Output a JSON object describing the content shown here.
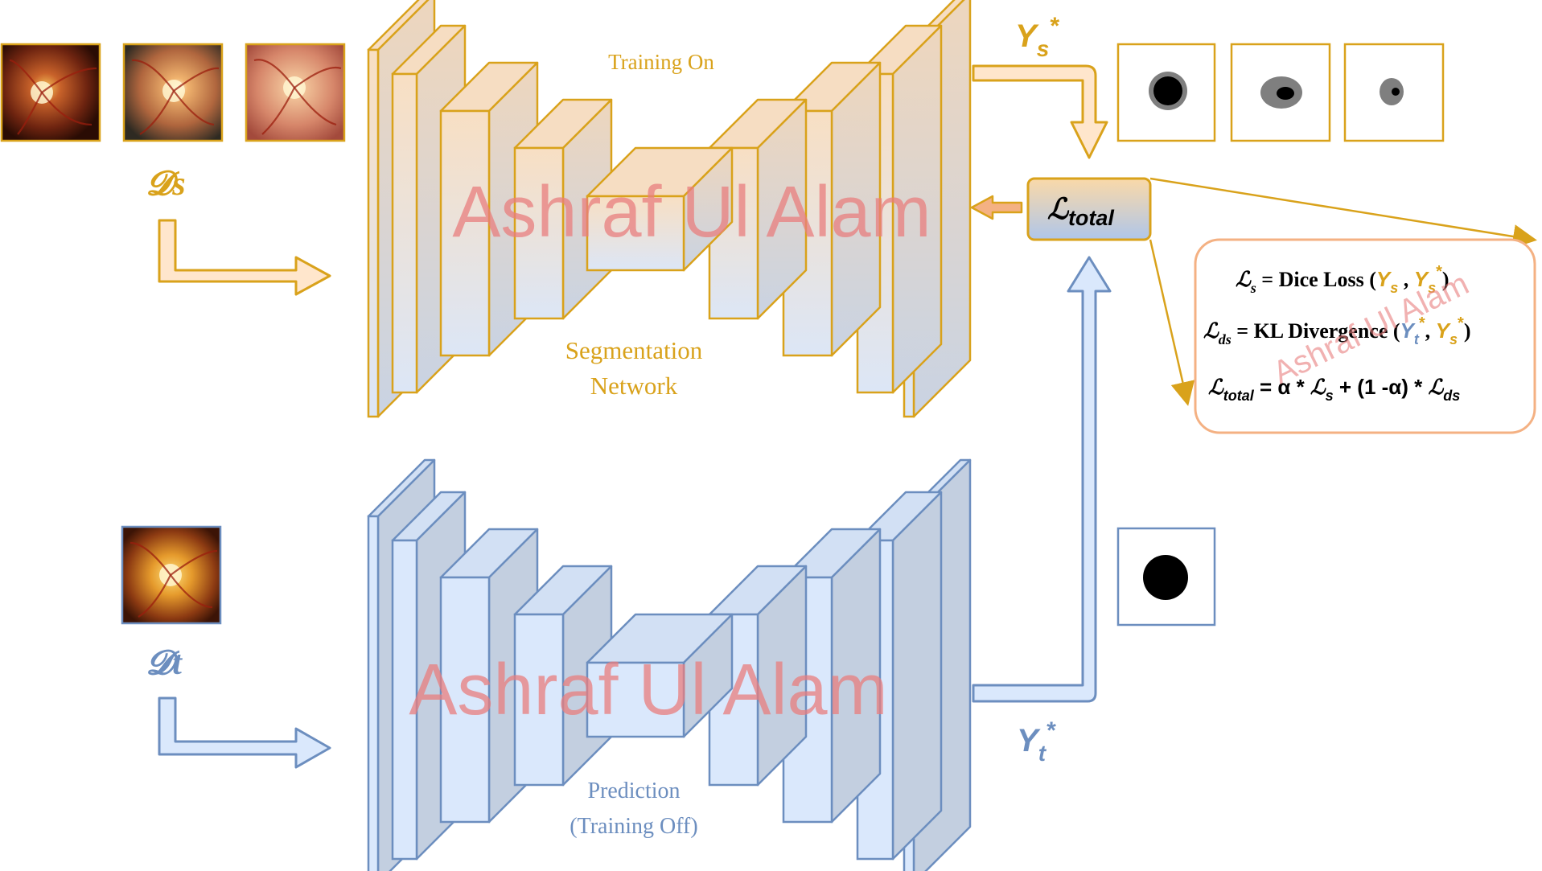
{
  "source_domain": {
    "label": "𝓓s",
    "images": [
      "fundus-image",
      "fundus-image",
      "fundus-image"
    ]
  },
  "target_domain": {
    "label": "𝓓t",
    "images": [
      "fundus-image"
    ]
  },
  "segmentation_network": {
    "caption_top": "Training On",
    "caption_line1": "Segmentation",
    "caption_line2": "Network",
    "color_stroke": "#D9A21B",
    "color_fill_top": "#F8DFC3",
    "color_fill_bottom": "#DCE6F6"
  },
  "prediction_network": {
    "caption_line1": "Prediction",
    "caption_line2": "(Training Off)",
    "color_stroke": "#6C8EBF",
    "color_fill": "#DAE8FC"
  },
  "outputs": {
    "ys_label": "Y",
    "ys_sub": "s",
    "ys_sup": "*",
    "yt_label": "Y",
    "yt_sub": "t",
    "yt_sup": "*",
    "source_masks": [
      "segmentation-mask",
      "segmentation-mask",
      "segmentation-mask"
    ],
    "target_masks": [
      "segmentation-mask"
    ]
  },
  "loss": {
    "box_label": "ℒ",
    "box_sub": "total",
    "line1_lhs": "ℒ",
    "line1_lhs_sub": "s",
    "line1_text": " = Dice Loss (",
    "line1_a": "Y",
    "line1_a_sub": "s",
    "line1_sep": " , ",
    "line1_b": "Y",
    "line1_b_sub": "s",
    "line1_b_sup": "*",
    "line1_end": ")",
    "line2_lhs": "ℒ",
    "line2_lhs_sub": "ds",
    "line2_text": " = KL Divergence (",
    "line2_a": "Y",
    "line2_a_sub": "t",
    "line2_a_sup": "*",
    "line2_sep": ", ",
    "line2_b": "Y",
    "line2_b_sub": "s",
    "line2_b_sup": "*",
    "line2_end": ")",
    "line3_lhs": "ℒ",
    "line3_lhs_sub": "total",
    "line3_text": " = α * ",
    "line3_mid_l": "ℒ",
    "line3_mid_sub": "s",
    "line3_text2": " + (1 -α) * ",
    "line3_end_l": "ℒ",
    "line3_end_sub": "ds"
  },
  "watermark": "Ashraf Ul Alam",
  "colors": {
    "orange": "#D9A21B",
    "blue": "#6C8EBF",
    "watermark": "#E87D7D"
  }
}
